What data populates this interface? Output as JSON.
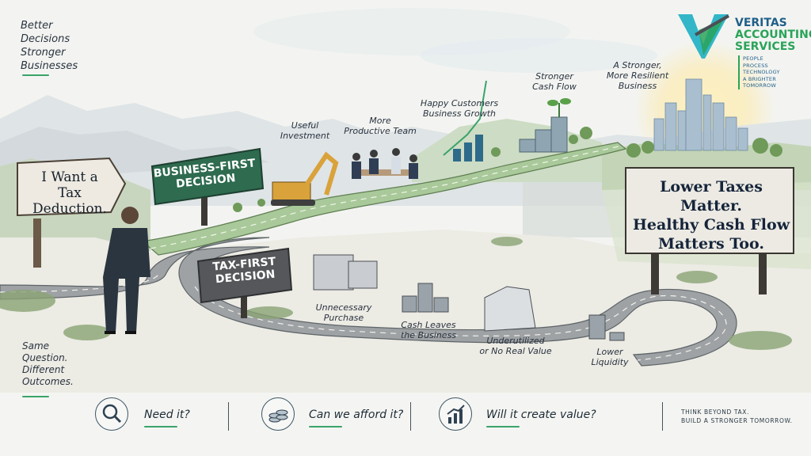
{
  "tagline": {
    "line1": "Better",
    "line2": "Decisions",
    "line3": "Stronger",
    "line4": "Businesses"
  },
  "logo": {
    "name_line1": "VERITAS",
    "name_line2": "ACCOUNTING",
    "name_line3": "SERVICES",
    "tag1": "PEOPLE",
    "tag2": "PROCESS",
    "tag3": "TECHNOLOGY",
    "tag4": "A BRIGHTER TOMORROW"
  },
  "signs": {
    "want_line1": "I Want a",
    "want_line2": "Tax Deduction.",
    "business_line1": "BUSINESS-FIRST",
    "business_line2": "DECISION",
    "tax_line1": "TAX-FIRST",
    "tax_line2": "DECISION",
    "lower_line1": "Lower Taxes Matter.",
    "lower_line2": "Healthy Cash Flow",
    "lower_line3": "Matters Too."
  },
  "upper_path": {
    "useful_1": "Useful",
    "useful_2": "Investment",
    "team_1": "More",
    "team_2": "Productive Team",
    "customers_1": "Happy Customers",
    "customers_2": "Business Growth",
    "cash_1": "Stronger",
    "cash_2": "Cash Flow",
    "resilient_1": "A Stronger,",
    "resilient_2": "More Resilient",
    "resilient_3": "Business"
  },
  "lower_path": {
    "purchase_1": "Unnecessary",
    "purchase_2": "Purchase",
    "leaves_1": "Cash Leaves",
    "leaves_2": "the Business",
    "under_1": "Underutilized",
    "under_2": "or No Real Value",
    "liquidity_1": "Lower",
    "liquidity_2": "Liquidity"
  },
  "side_note": {
    "line1": "Same",
    "line2": "Question.",
    "line3": "Different",
    "line4": "Outcomes."
  },
  "bottom": {
    "q1": "Need it?",
    "q2": "Can we afford it?",
    "q3": "Will it create value?",
    "think1": "THINK BEYOND TAX.",
    "think2": "BUILD A STRONGER TOMORROW.",
    "icon1": "magnifier-icon",
    "icon2": "coins-icon",
    "icon3": "growth-chart-icon"
  },
  "colors": {
    "accent_green": "#3aa36a",
    "sign_green": "#2e6b4f",
    "sign_gray": "#55575a",
    "brand_blue": "#1f5f8a"
  }
}
